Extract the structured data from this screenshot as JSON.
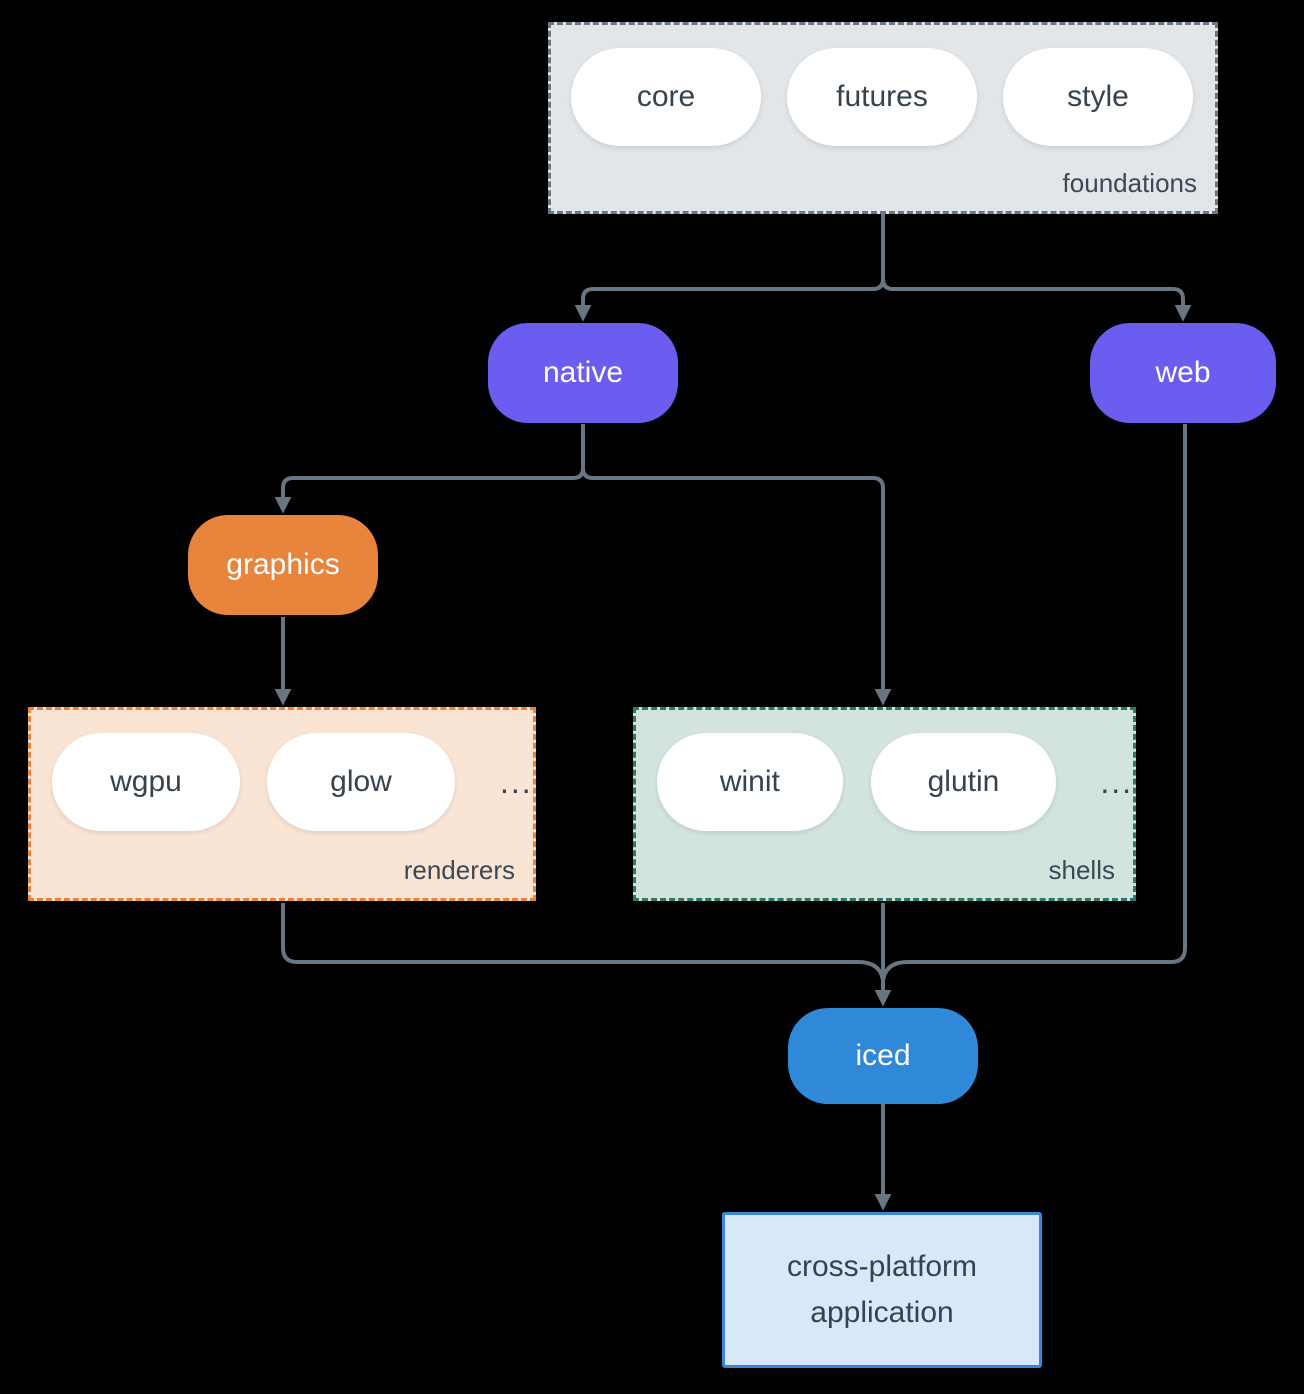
{
  "colors": {
    "background": "#000000",
    "connector": "#6a7582",
    "dark_text": "#36424d",
    "purple_node": "#6b5df0",
    "orange_node": "#e8843c",
    "blue_node": "#2f88d8",
    "foundations_bg": "#e2e6e9",
    "foundations_border": "#6b7884",
    "renderers_bg": "#fae4d4",
    "renderers_border": "#e8843c",
    "shells_bg": "#d2e4dd",
    "shells_border": "#2a7a6c",
    "application_bg": "#d8e8f8",
    "application_border": "#3a86d8"
  },
  "foundations": {
    "label": "foundations",
    "items": [
      "core",
      "futures",
      "style"
    ]
  },
  "native": {
    "label": "native"
  },
  "web": {
    "label": "web"
  },
  "graphics": {
    "label": "graphics"
  },
  "renderers": {
    "label": "renderers",
    "items": [
      "wgpu",
      "glow"
    ],
    "more": "..."
  },
  "shells": {
    "label": "shells",
    "items": [
      "winit",
      "glutin"
    ],
    "more": "..."
  },
  "iced": {
    "label": "iced"
  },
  "application": {
    "line1": "cross-platform",
    "line2": "application"
  }
}
